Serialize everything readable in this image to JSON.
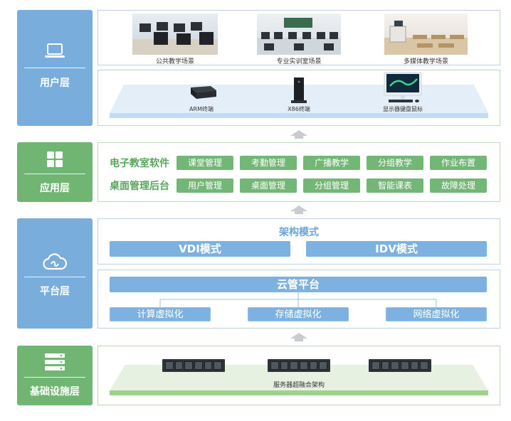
{
  "layers": {
    "user": "用户层",
    "app": "应用层",
    "platform": "平台层",
    "base": "基础设施层"
  },
  "icons": {
    "user": "laptop-icon",
    "app": "grid-icon",
    "platform": "cloud-icon",
    "base": "server-stack-icon"
  },
  "colors": {
    "blue": "#79addc",
    "green": "#70b672"
  },
  "scenes": [
    "公共教学场景",
    "专业实训室场景",
    "多媒体教学场景"
  ],
  "terminals": [
    "ARM终端",
    "X86终端",
    "显示器键盘鼠标"
  ],
  "app_groups": [
    {
      "title": "电子教室软件",
      "items": [
        "课堂管理",
        "考勤管理",
        "广播教学",
        "分组教学",
        "作业布置"
      ]
    },
    {
      "title": "桌面管理后台",
      "items": [
        "用户管理",
        "桌面管理",
        "分组管理",
        "智能课表",
        "故障处理"
      ]
    }
  ],
  "arch": {
    "title": "架构模式",
    "modes": [
      "VDI模式",
      "IDV模式"
    ]
  },
  "cloud": {
    "title": "云管平台",
    "items": [
      "计算虚拟化",
      "存储虚拟化",
      "网络虚拟化"
    ]
  },
  "infra": {
    "caption": "服务器超融合架构"
  }
}
